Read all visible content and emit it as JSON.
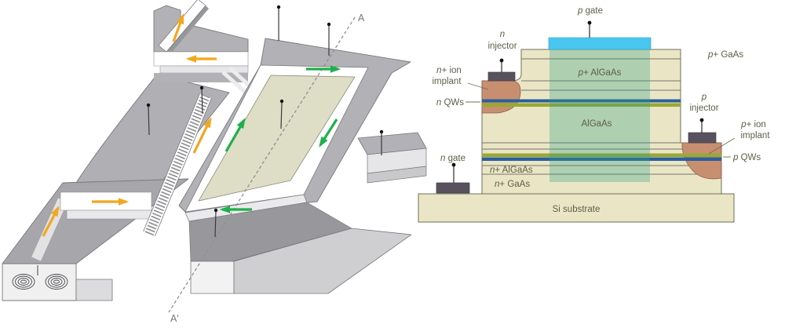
{
  "figure": {
    "left_panel": {
      "labels": {
        "section_a": "A",
        "section_a_prime": "A'"
      },
      "colors": {
        "orange_arrow": "#F2A71F",
        "green_arrow": "#1FAF4B",
        "mesa_gray": "#B2B2B6",
        "gain_panel_beige": "#DEDDC6"
      }
    },
    "right_panel": {
      "labels": {
        "p_gate": {
          "it": "p",
          "rest": " gate"
        },
        "n_injector": {
          "line1_it": "n",
          "line2": "injector"
        },
        "n_ion_implant": {
          "line1_it": "n",
          "line1_rest": "+ ion",
          "line2": "implant"
        },
        "n_qws": {
          "it": "n",
          "rest": " QWs"
        },
        "p_gaas": {
          "it": "p",
          "rest": "+ GaAs"
        },
        "p_algaas": {
          "it": "p",
          "rest": "+ AlGaAs"
        },
        "algaas": "AlGaAs",
        "p_injector": {
          "line1_it": "p",
          "line2": "injector"
        },
        "p_ion_implant": {
          "line1_it": "p",
          "line1_rest": "+ ion",
          "line2": "implant"
        },
        "p_qws": {
          "it": "p",
          "rest": " QWs"
        },
        "n_gate": {
          "it": "n",
          "rest": " gate"
        },
        "n_algaas": {
          "it": "n",
          "rest": "+ AlGaAs"
        },
        "n_gaas": {
          "it": "n",
          "rest": "+ GaAs"
        },
        "si_substrate": "Si substrate"
      },
      "colors": {
        "body_beige": "#EAE6C5",
        "core_teal": "#2E9E87",
        "gate_blue": "#49C6EF",
        "electrode_dark": "#57525E",
        "implant_salmon": "#C78F70",
        "qw_blue": "#2A5F9E",
        "qw_olive": "#9AA832"
      }
    }
  }
}
